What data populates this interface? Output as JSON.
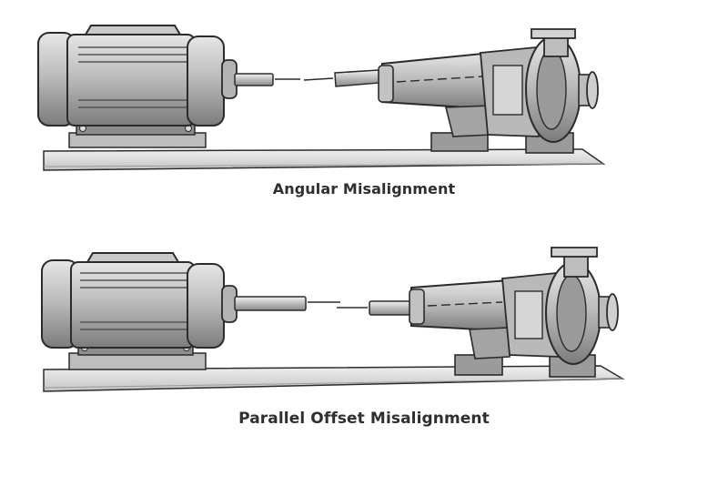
{
  "diagram": {
    "panels": [
      {
        "caption": "Angular Misalignment",
        "alignment": "angular"
      },
      {
        "caption": "Parallel Offset Misalignment",
        "alignment": "parallel-offset"
      }
    ],
    "colors": {
      "outline": "#2b2b2b",
      "metal_light": "#d6d6d6",
      "metal_mid": "#a9a9a9",
      "metal_dark": "#6f6f6f",
      "base": "#e4e4e4"
    },
    "icons": [
      "electric-motor-icon",
      "centrifugal-pump-icon"
    ]
  }
}
